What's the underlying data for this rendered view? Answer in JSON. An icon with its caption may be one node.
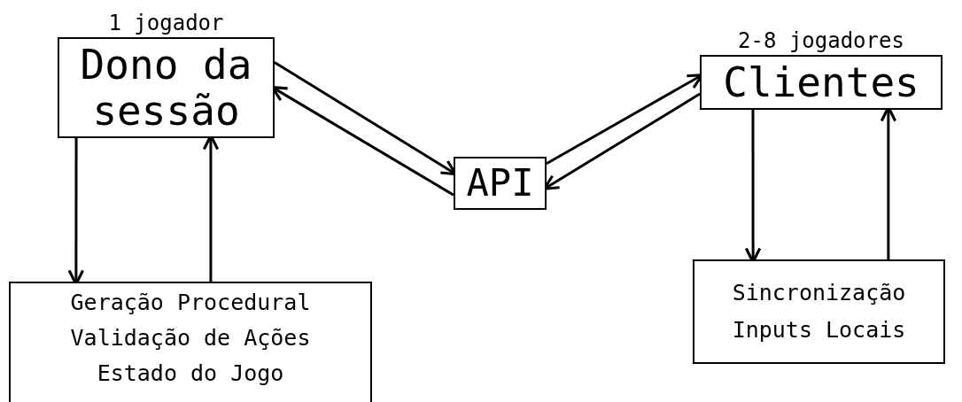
{
  "diagram": {
    "nodes": [
      {
        "text": [
          "1 jogador",
          "Dono da sessão"
        ]
      },
      {
        "text": [
          "2-8 jogadores",
          "Clientes"
        ]
      },
      {
        "text": [
          "API"
        ]
      },
      {
        "text": [
          "Geração Procedural",
          "Validação de Ações",
          "Estado do Jogo"
        ]
      },
      {
        "text": [
          "Sincronização",
          "Inputs Locais"
        ]
      }
    ],
    "edges": [
      {
        "from": 0,
        "to": 2,
        "arrow": "to"
      },
      {
        "from": 2,
        "to": 0,
        "arrow": "to"
      },
      {
        "from": 2,
        "to": 1,
        "arrow": "to"
      },
      {
        "from": 1,
        "to": 2,
        "arrow": "to"
      },
      {
        "from": 0,
        "to": 3,
        "arrow": "to"
      },
      {
        "from": 3,
        "to": 0,
        "arrow": "to"
      },
      {
        "from": 1,
        "to": 4,
        "arrow": "to"
      },
      {
        "from": 4,
        "to": 1,
        "arrow": "to"
      }
    ]
  }
}
